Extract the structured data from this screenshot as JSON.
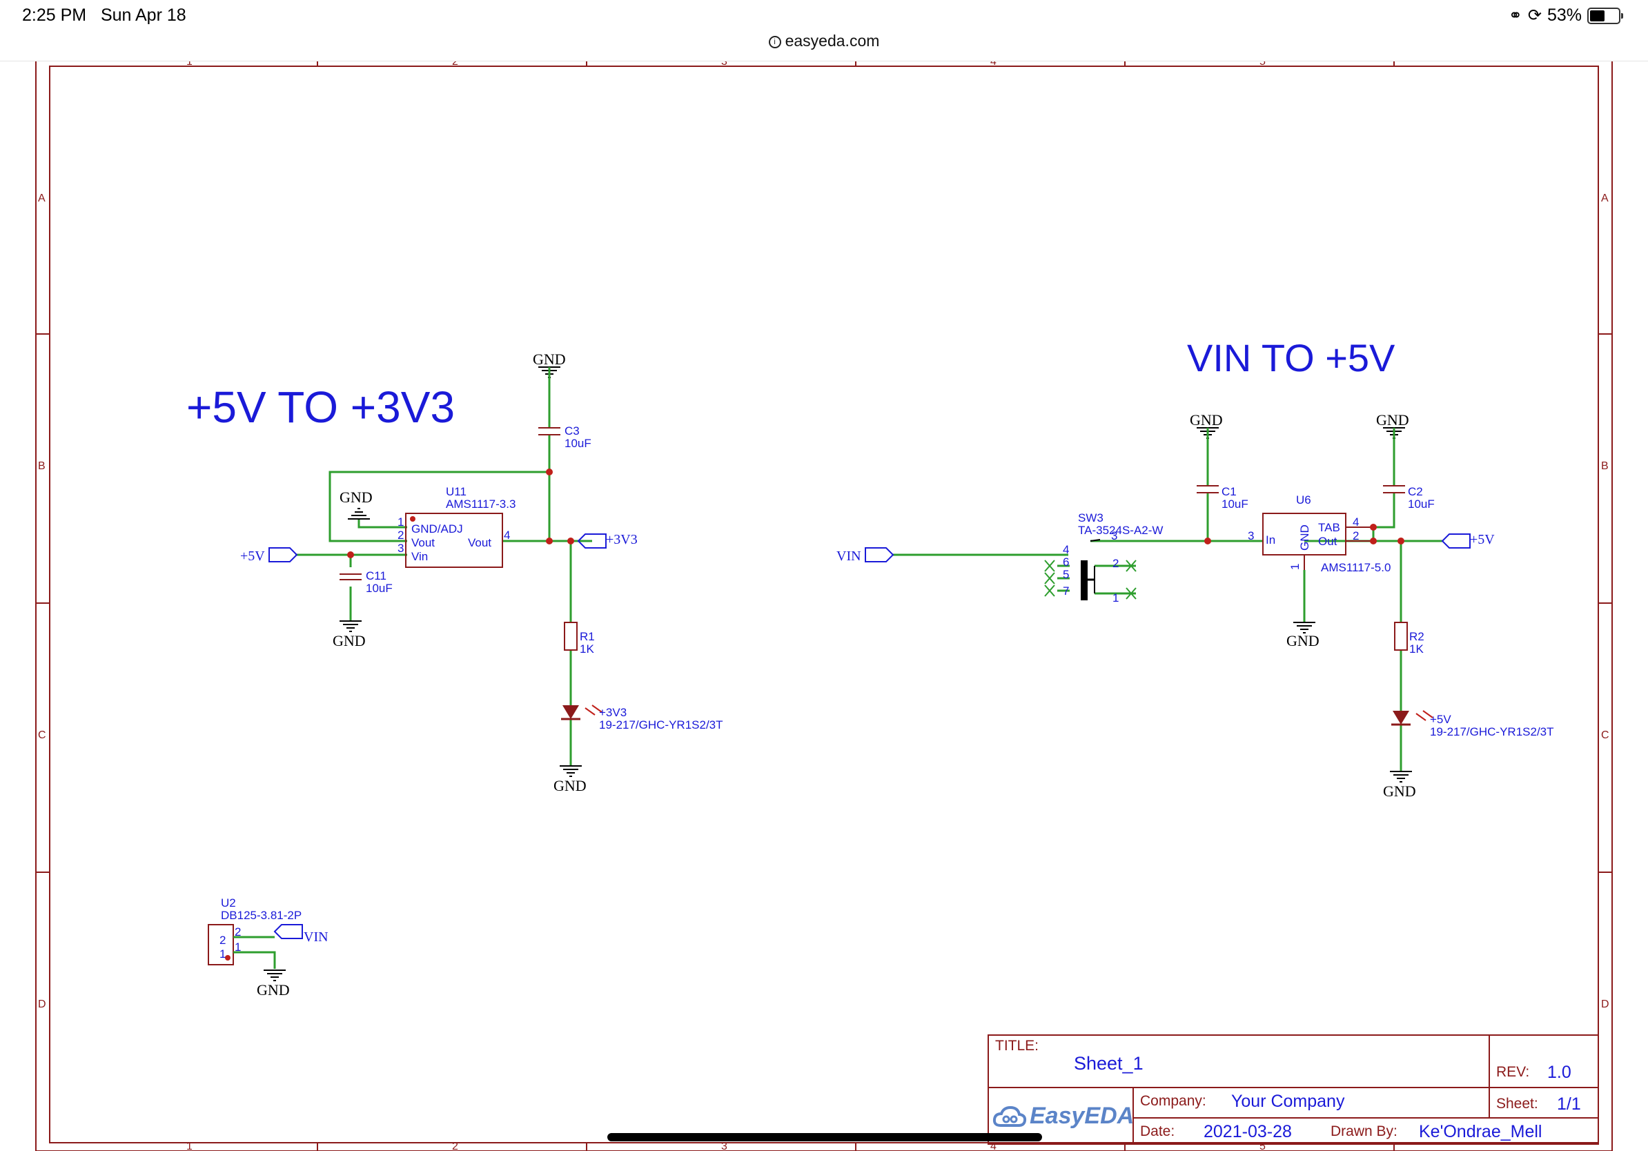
{
  "status_bar": {
    "time": "2:25 PM",
    "date": "Sun Apr 18",
    "url": "easyeda.com",
    "battery": "53%",
    "battery_level": 0.53
  },
  "border": {
    "columns": [
      "1",
      "2",
      "3",
      "4",
      "5"
    ],
    "rows": [
      "A",
      "B",
      "C",
      "D"
    ]
  },
  "headings": {
    "left": "+5V TO +3V3",
    "right": "VIN TO +5V"
  },
  "nets": {
    "gnd": "GND",
    "v5": "+5V",
    "v33": "+3V3",
    "vin": "VIN"
  },
  "parts": {
    "c3": {
      "ref": "C3",
      "value": "10uF"
    },
    "c11": {
      "ref": "C11",
      "value": "10uF"
    },
    "c1": {
      "ref": "C1",
      "value": "10uF"
    },
    "c2": {
      "ref": "C2",
      "value": "10uF"
    },
    "r1": {
      "ref": "R1",
      "value": "1K"
    },
    "r2": {
      "ref": "R2",
      "value": "1K"
    },
    "led1": {
      "label": "+3V3",
      "part": "19-217/GHC-YR1S2/3T"
    },
    "led2": {
      "label": "+5V",
      "part": "19-217/GHC-YR1S2/3T"
    },
    "u11": {
      "ref": "U11",
      "part": "AMS1117-3.3",
      "pin_gnd": "GND/ADJ",
      "pin_vout_l": "Vout",
      "pin_vin": "Vin",
      "pin_vout_r": "Vout",
      "pins": [
        "1",
        "2",
        "3",
        "4"
      ]
    },
    "u6": {
      "ref": "U6",
      "part": "AMS1117-5.0",
      "pin_in": "In",
      "pin_gnd": "GND",
      "pin_tab": "TAB",
      "pin_out": "Out",
      "pins": [
        "1",
        "2",
        "3",
        "4"
      ]
    },
    "sw3": {
      "ref": "SW3",
      "part": "TA-3524S-A2-W",
      "pins": [
        "1",
        "2",
        "3",
        "4",
        "5",
        "6",
        "7"
      ]
    },
    "u2": {
      "ref": "U2",
      "part": "DB125-3.81-2P",
      "pins": [
        "1",
        "2"
      ]
    }
  },
  "title_block": {
    "title_label": "TITLE:",
    "title": "Sheet_1",
    "rev_label": "REV:",
    "rev": "1.0",
    "company_label": "Company:",
    "company": "Your Company",
    "sheet_label": "Sheet:",
    "sheet": "1/1",
    "date_label": "Date:",
    "date": "2021-03-28",
    "drawn_label": "Drawn By:",
    "drawn_by": "Ke'Ondrae_Mell",
    "logo": "EasyEDA"
  },
  "colors": {
    "frame": "#8b1a1a",
    "wire": "#2e9e2e",
    "text": "#1a1ad8",
    "junction": "#c0201a"
  }
}
